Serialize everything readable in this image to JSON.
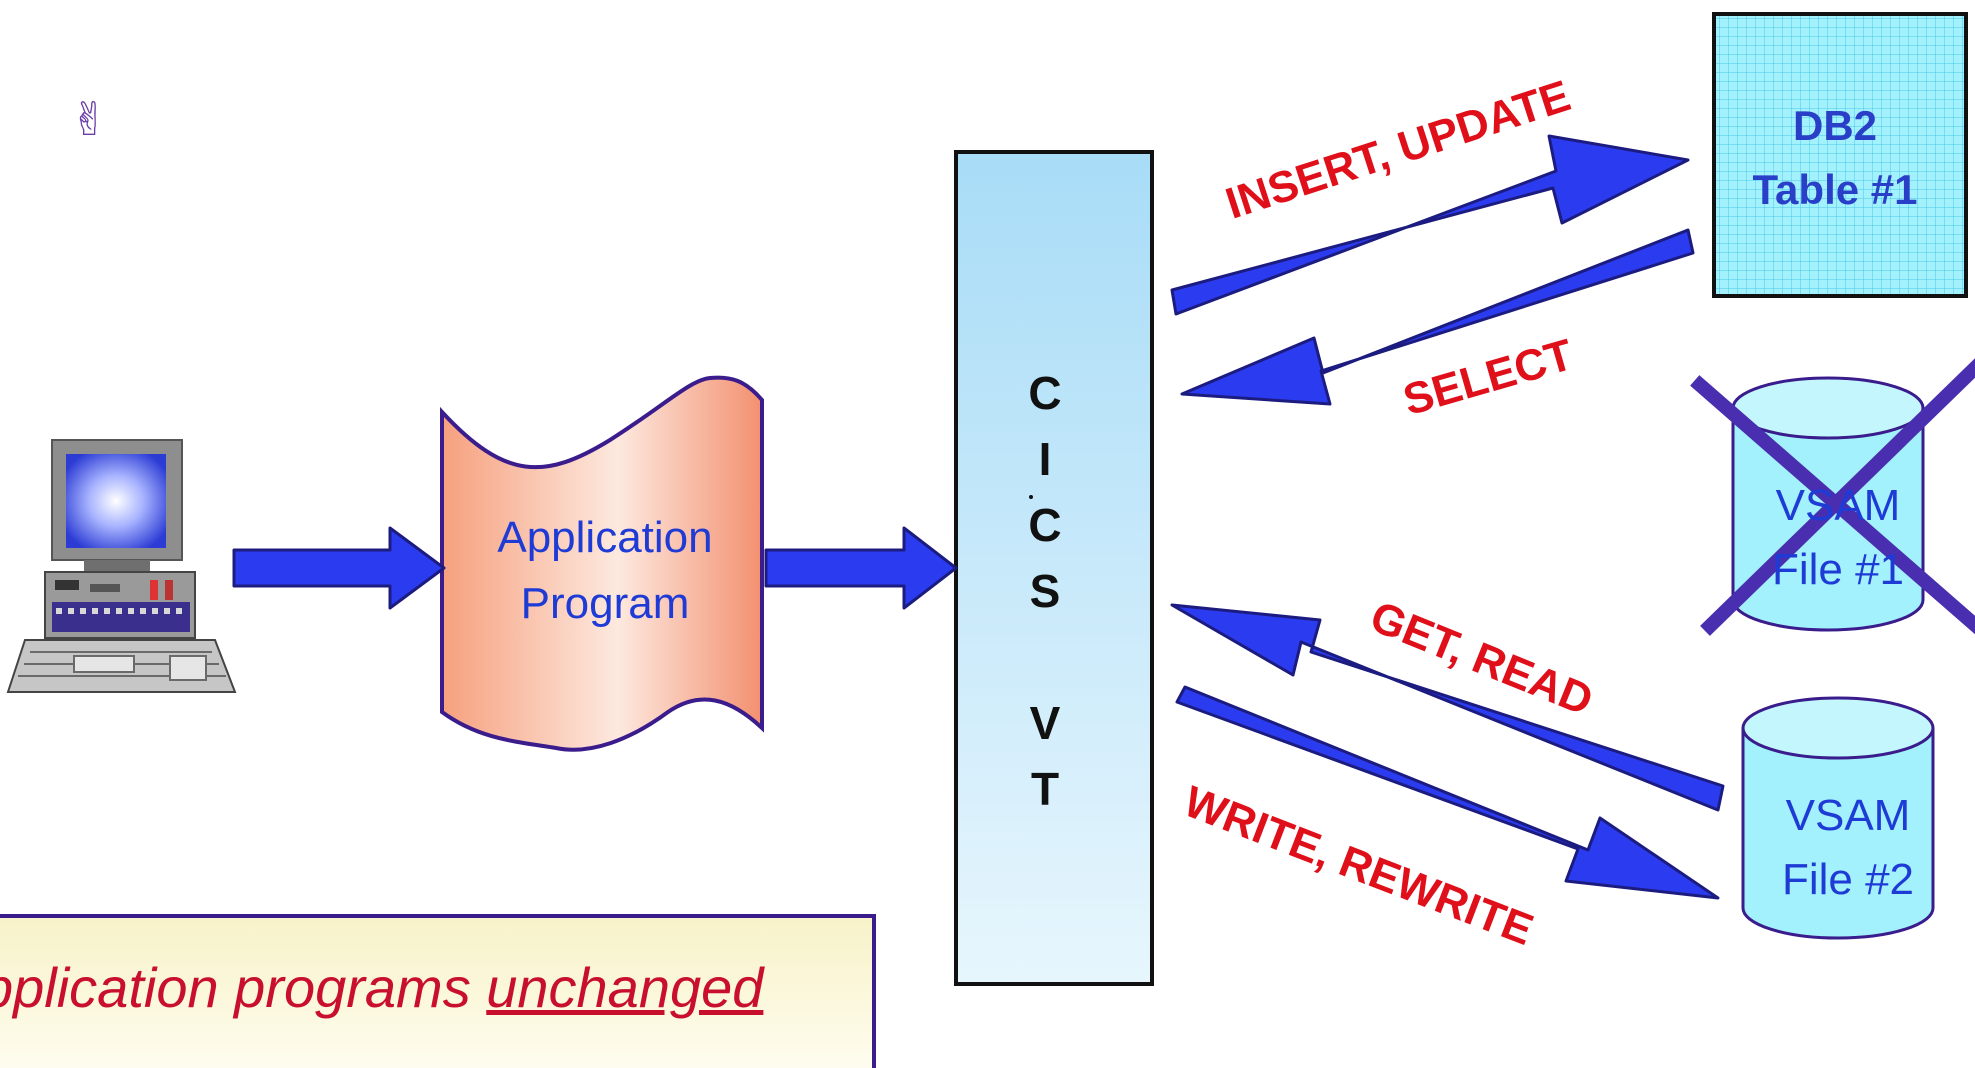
{
  "nodes": {
    "application": {
      "line1": "Application",
      "line2": "Program"
    },
    "cics": {
      "letters": [
        "C",
        "I",
        "C",
        "S",
        "",
        "V",
        "T"
      ]
    },
    "db2": {
      "line1": "DB2",
      "line2": "Table #1"
    },
    "vsam1": {
      "line1": "VSAM",
      "line2": "File #1",
      "crossed_out": true
    },
    "vsam2": {
      "line1": "VSAM",
      "line2": "File #2"
    }
  },
  "operations": {
    "insert_update": "INSERT, UPDATE",
    "select": "SELECT",
    "get_read": "GET, READ",
    "write_rewrite": "WRITE, REWRITE"
  },
  "note": {
    "prefix": "pplication programs ",
    "emphasis": "unchanged"
  },
  "icons": {
    "hand": "hand-ok-icon",
    "terminal": "computer-terminal-icon"
  },
  "colors": {
    "arrow_fill": "#2b3cf0",
    "arrow_stroke": "#1c1c80",
    "operation_text": "#e0101a",
    "node_text": "#1f3bd6",
    "note_text": "#c8102e",
    "cylinder_fill": "#9ff0fb",
    "cross": "#4a2eb0"
  }
}
